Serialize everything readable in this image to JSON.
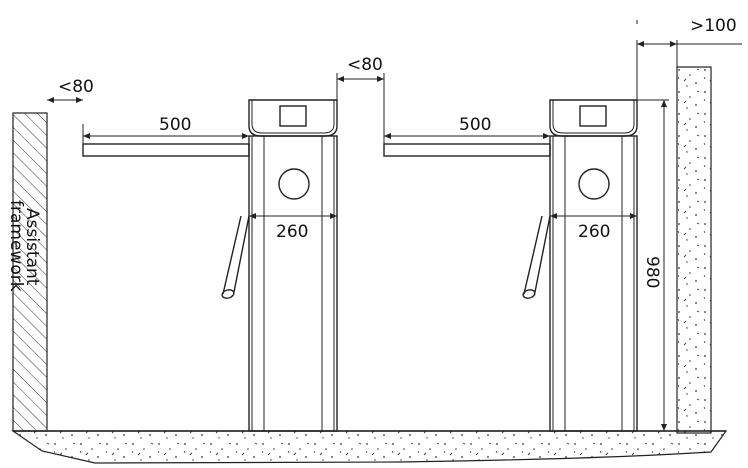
{
  "labels": {
    "dim_left_gap": "<80",
    "dim_middle_gap": "<80",
    "dim_right_gap": ">100",
    "arm_left": "500",
    "arm_right": "500",
    "body_left": "260",
    "body_right": "260",
    "height": "980",
    "wall_line1": "Assistant",
    "wall_line2": "framework"
  },
  "colors": {
    "line": "#222222",
    "background": "#ffffff"
  }
}
